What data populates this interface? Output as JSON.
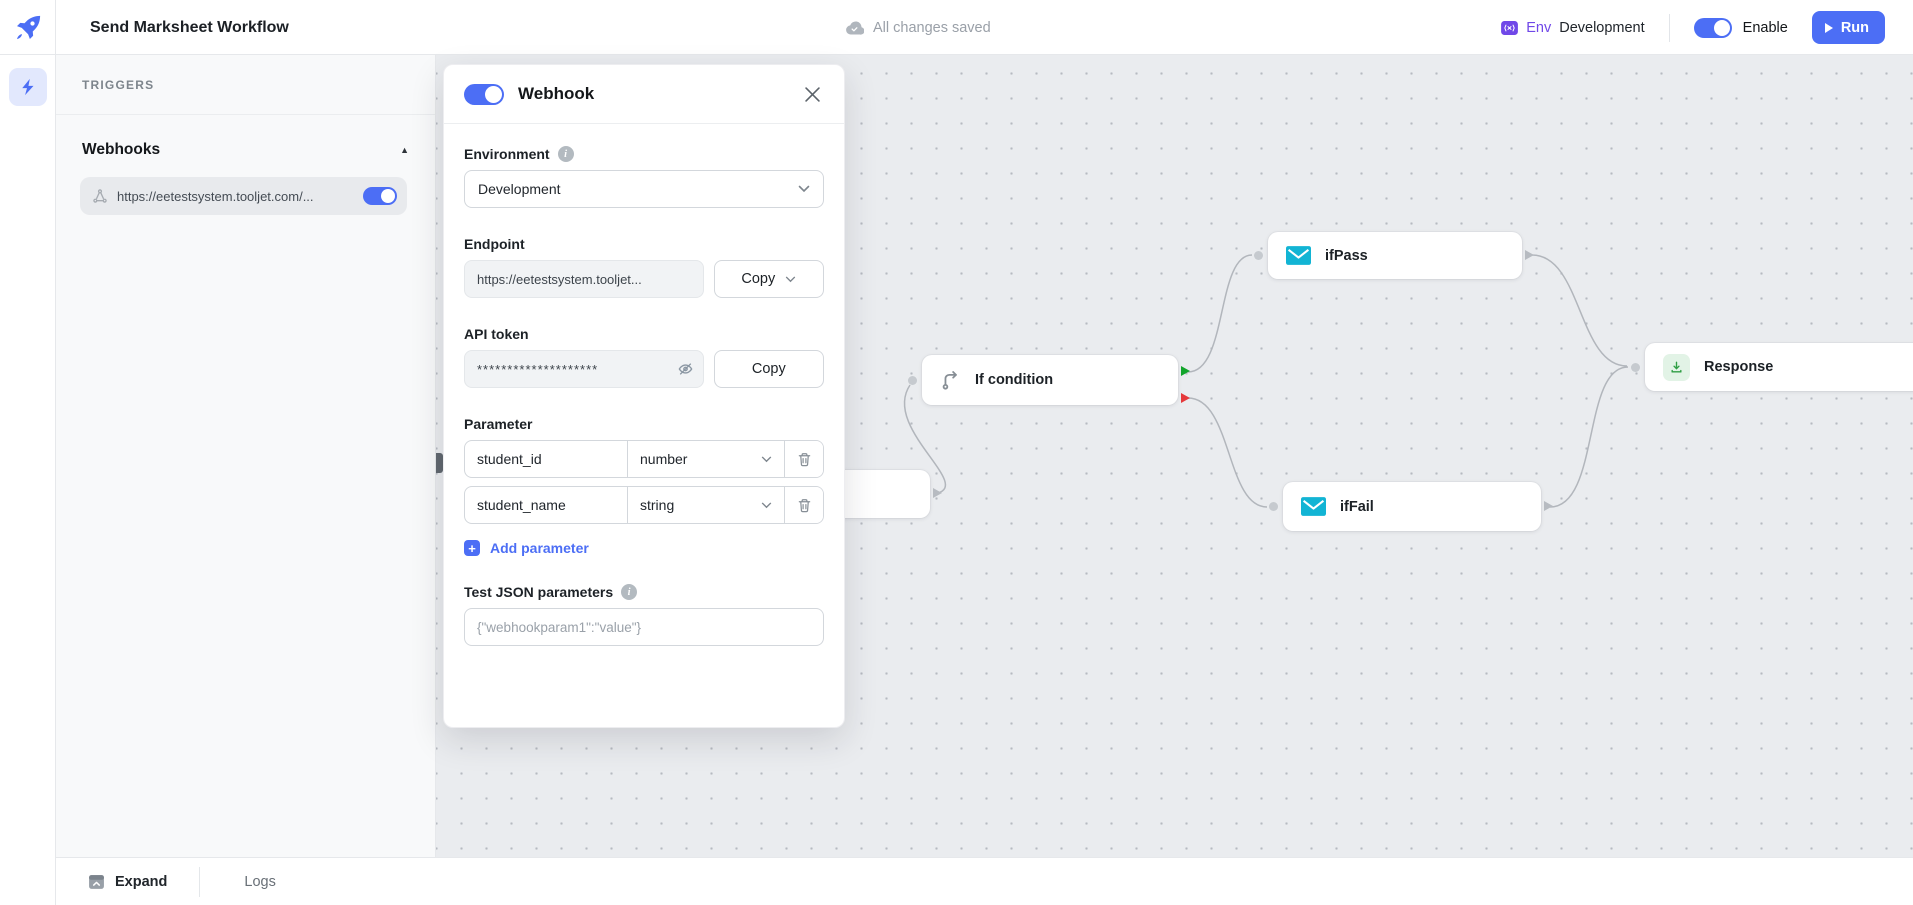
{
  "colors": {
    "accent": "#4c6ef5",
    "env_purple": "#7048e8",
    "success": "#12a52b",
    "danger": "#e5383b",
    "email_teal": "#12b4d4",
    "response_green": "#2f9e44"
  },
  "topbar": {
    "title": "Send Marksheet Workflow",
    "save_status": "All changes saved",
    "env_label": "Env",
    "env_value": "Development",
    "enable_label": "Enable",
    "enable_on": true,
    "run_label": "Run"
  },
  "sidebar": {
    "triggers_header": "TRIGGERS",
    "webhooks_title": "Webhooks",
    "webhook_url": "https://eetestsystem.tooljet.com/...",
    "webhook_enabled": true
  },
  "panel": {
    "title": "Webhook",
    "enabled": true,
    "environment": {
      "label": "Environment",
      "value": "Development"
    },
    "endpoint": {
      "label": "Endpoint",
      "value": "https://eetestsystem.tooljet...",
      "copy_label": "Copy"
    },
    "api_token": {
      "label": "API token",
      "masked_value": "********************",
      "copy_label": "Copy"
    },
    "parameter": {
      "label": "Parameter",
      "rows": [
        {
          "name": "student_id",
          "type": "number"
        },
        {
          "name": "student_name",
          "type": "string"
        }
      ],
      "add_label": "Add parameter"
    },
    "test_json": {
      "label": "Test JSON parameters",
      "placeholder": "{\"webhookparam1\":\"value\"}"
    }
  },
  "canvas": {
    "nodes": {
      "if_condition": "If condition",
      "if_pass": "ifPass",
      "if_fail": "ifFail",
      "response": "Response"
    }
  },
  "bottombar": {
    "expand_label": "Expand",
    "logs_label": "Logs"
  }
}
